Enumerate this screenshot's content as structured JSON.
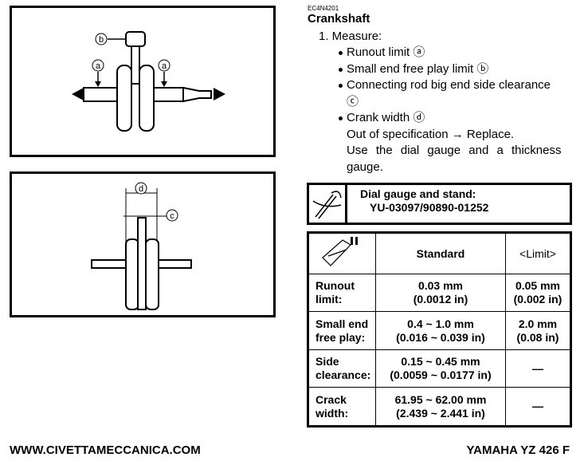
{
  "code": "EC4N4201",
  "title": "Crankshaft",
  "step": "1.  Measure:",
  "bullets": [
    "Runout limit ⓐ",
    "Small end free play limit ⓑ",
    "Connecting rod big end side clearance",
    "ⓒ",
    "Crank width ⓓ"
  ],
  "note1": "Out of specification → Replace.",
  "note2": "Use the dial gauge and a thickness",
  "note3": "gauge.",
  "figure_labels": {
    "a": "a",
    "b": "b",
    "c": "c",
    "d": "d"
  },
  "tool": {
    "line1": "Dial gauge and stand:",
    "line2": "YU-03097/90890-01252"
  },
  "table": {
    "headers": [
      "Standard",
      "<Limit>"
    ],
    "rows": [
      {
        "label": [
          "Runout",
          "limit:"
        ],
        "standard": [
          "0.03 mm",
          "(0.0012 in)"
        ],
        "limit": [
          "0.05 mm",
          "(0.002 in)"
        ]
      },
      {
        "label": [
          "Small end",
          "free play:"
        ],
        "standard": [
          "0.4 ~ 1.0 mm",
          "(0.016 ~ 0.039 in)"
        ],
        "limit": [
          "2.0 mm",
          "(0.08 in)"
        ]
      },
      {
        "label": [
          "Side",
          "clearance:"
        ],
        "standard": [
          "0.15 ~ 0.45 mm",
          "(0.0059 ~ 0.0177 in)"
        ],
        "limit": [
          "—",
          ""
        ]
      },
      {
        "label": [
          "Crack",
          "width:"
        ],
        "standard": [
          "61.95 ~ 62.00 mm",
          "(2.439 ~ 2.441 in)"
        ],
        "limit": [
          "—",
          ""
        ]
      }
    ]
  },
  "footer": {
    "left": "WWW.CIVETTAMECCANICA.COM",
    "right": "YAMAHA YZ 426 F"
  }
}
